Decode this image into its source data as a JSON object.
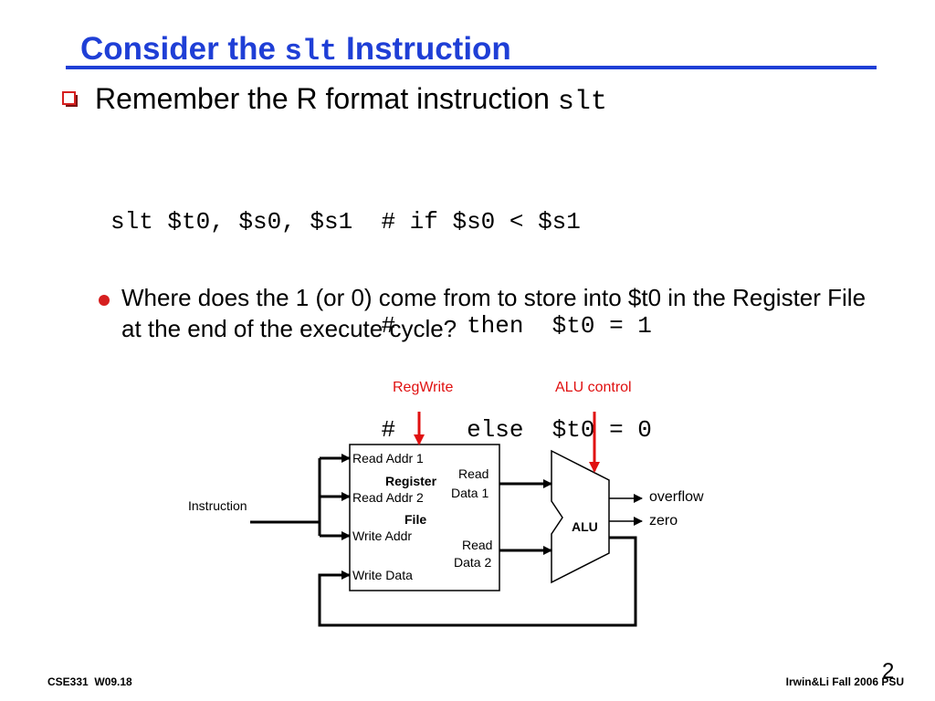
{
  "slide": {
    "title_prefix": "Consider the ",
    "title_code": "slt",
    "title_suffix": " Instruction",
    "bullet_text": "Remember the R format instruction ",
    "bullet_code": "slt",
    "code_lines": [
      "slt $t0, $s0, $s1  # if $s0 < $s1",
      "                   #     then  $t0 = 1",
      "                   #     else  $t0 = 0"
    ],
    "sub_bullet": "Where does the 1 (or 0) come from to store into $t0 in the Register File at the end of the execute cycle?"
  },
  "diagram": {
    "regwrite": "RegWrite",
    "alu_control": "ALU control",
    "instruction": "Instruction",
    "read_addr_1": "Read Addr 1",
    "read_addr_2": "Read Addr 2",
    "write_addr": "Write Addr",
    "write_data": "Write Data",
    "register": "Register",
    "file": "File",
    "read": "Read",
    "data_1": "Data 1",
    "data_2": "Data 2",
    "alu": "ALU",
    "overflow": "overflow",
    "zero": "zero"
  },
  "footer": {
    "left": "CSE331  W09.18",
    "right": "Irwin&Li Fall 2006 PSU",
    "page": "2"
  },
  "colors": {
    "title": "#1f3fd6",
    "accent_red": "#e01010",
    "bullet_red": "#d61f1f"
  }
}
